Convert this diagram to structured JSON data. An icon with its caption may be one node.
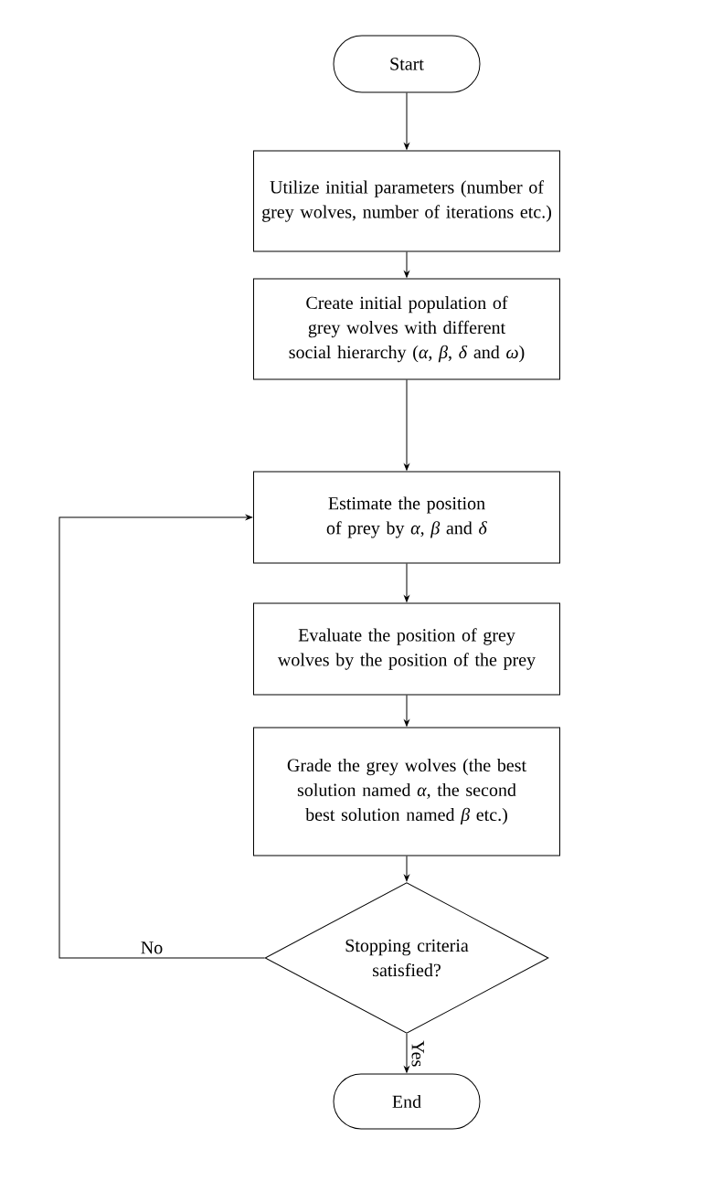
{
  "diagram": {
    "nodes": [
      {
        "text": [
          "Start"
        ]
      },
      {
        "text": [
          "Utilize initial parameters (number of grey wolves, number of iterations etc.)"
        ]
      },
      {
        "text": [
          "Create initial population of grey wolves with different social hierarchy (*α*, *β*, *δ* and *ω*)"
        ]
      },
      {
        "text": [
          "Estimate the position of prey by *α*, *β* and *δ*"
        ]
      },
      {
        "text": [
          "Evaluate the position of grey wolves by the position of the prey"
        ]
      },
      {
        "text": [
          "Grade the grey wolves (the best solution named *α*, the second best solution named *β* etc.)"
        ]
      },
      {
        "text": [
          "Stopping criteria satisfied?"
        ]
      },
      {
        "text": [
          "End"
        ]
      }
    ],
    "edges": [
      {
        "from": 0,
        "to": 1,
        "arrow": "to"
      },
      {
        "from": 1,
        "to": 2,
        "arrow": "to"
      },
      {
        "from": 2,
        "to": 3,
        "arrow": "to"
      },
      {
        "from": 3,
        "to": 4,
        "arrow": "to"
      },
      {
        "from": 4,
        "to": 5,
        "arrow": "to"
      },
      {
        "from": 5,
        "to": 6,
        "arrow": "to"
      },
      {
        "from": 6,
        "to": 7,
        "arrow": "to",
        "label": "Yes"
      },
      {
        "from": 6,
        "to": 3,
        "arrow": "to",
        "label": "No"
      }
    ]
  }
}
